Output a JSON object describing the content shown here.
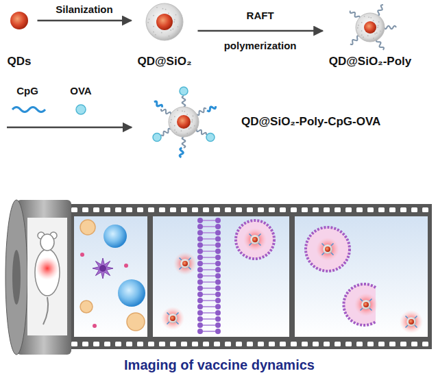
{
  "diagram": {
    "caption": "Imaging of vaccine dynamics",
    "nodes": [
      {
        "text": [
          "QDs"
        ]
      },
      {
        "text": [
          "QD@SiO₂"
        ]
      },
      {
        "text": [
          "QD@SiO₂-Poly"
        ]
      },
      {
        "text": [
          "QD@SiO₂-Poly-CpG-OVA"
        ]
      }
    ],
    "edges": [
      {
        "from": 0,
        "to": 1,
        "arrow": "to",
        "label": "Silanization"
      },
      {
        "from": 1,
        "to": 2,
        "arrow": "to",
        "label": "RAFT polymerization"
      }
    ],
    "labels": [
      "CpG",
      "OVA"
    ]
  }
}
